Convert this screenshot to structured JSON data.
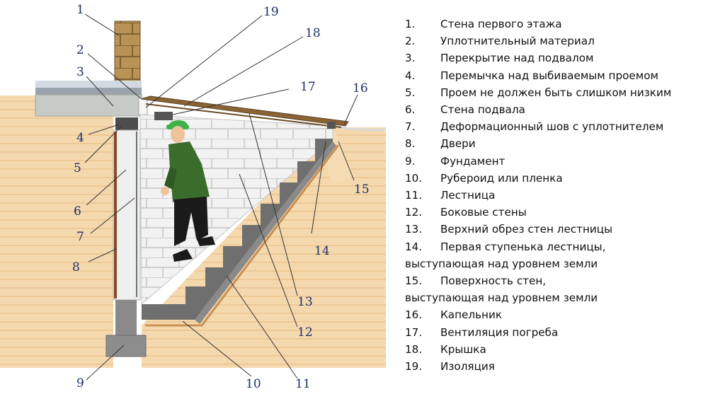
{
  "callout_numbers": [
    "1",
    "2",
    "3",
    "4",
    "5",
    "6",
    "7",
    "8",
    "9",
    "10",
    "11",
    "12",
    "13",
    "14",
    "15",
    "16",
    "17",
    "18",
    "19"
  ],
  "legend": [
    {
      "n": "1.",
      "text": "Стена первого этажа"
    },
    {
      "n": "2.",
      "text": "Уплотнительный материал"
    },
    {
      "n": "3.",
      "text": "Перекрытие над подвалом"
    },
    {
      "n": "4.",
      "text": "Перемычка над выбиваемым проемом"
    },
    {
      "n": "5.",
      "text": "Проем не должен быть слишком низким"
    },
    {
      "n": "6.",
      "text": "Стена подвала"
    },
    {
      "n": "7.",
      "text": "Деформационный шов с уплотнителем"
    },
    {
      "n": "8.",
      "text": "Двери"
    },
    {
      "n": "9.",
      "text": "Фундамент"
    },
    {
      "n": "10.",
      "text": "Рубероид или пленка"
    },
    {
      "n": "11.",
      "text": "Лестница"
    },
    {
      "n": "12.",
      "text": "Боковые стены"
    },
    {
      "n": "13.",
      "text": "Верхний обрез стен лестницы"
    },
    {
      "n": "14.",
      "text": "Первая ступенька лестницы,",
      "cont": "выступающая над уровнем земли"
    },
    {
      "n": "15.",
      "text": "Поверхность стен,",
      "cont": "выступающая над уровнем земли"
    },
    {
      "n": "16.",
      "text": "Капельник"
    },
    {
      "n": "17.",
      "text": "Вентиляция погреба"
    },
    {
      "n": "18.",
      "text": "Крышка"
    },
    {
      "n": "19.",
      "text": "Изоляция"
    }
  ],
  "colors": {
    "soil": "#f4d6aa",
    "brick": "#b99256",
    "concrete": "#c9ccc9",
    "stairs": "#6a6a6a",
    "jacket": "#3a6d2c",
    "cap": "#38b24a",
    "numbers": "#1d2f6a"
  }
}
